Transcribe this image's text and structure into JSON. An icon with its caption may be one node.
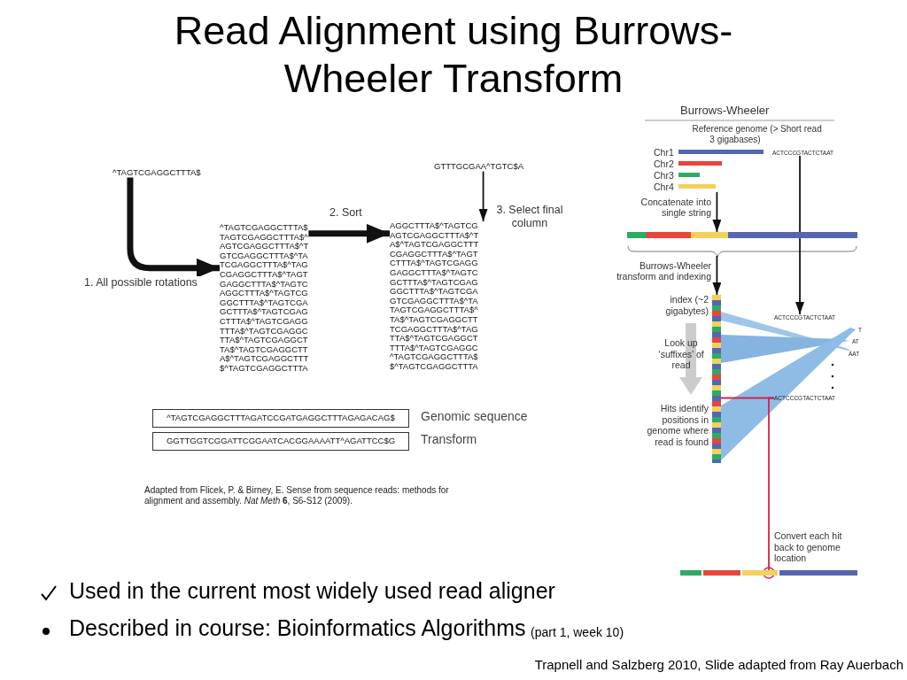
{
  "diagram": {
    "title": "Read Alignment using Burrows-Wheeler Transform",
    "nodes": [
      {
        "text": [
          "^TAGTCGAGGCTTTA$"
        ]
      },
      {
        "text": [
          "^TAGTCGAGGCTTTA$",
          "TAGTCGAGGCTTTA$^",
          "AGTCGAGGCTTTA$^T",
          "GTCGAGGCTTTA$^TA",
          "TCGAGGCTTTA$^TAG",
          "CGAGGCTTTA$^TAGT",
          "GAGGCTTTA$^TAGTC",
          "AGGCTTTA$^TAGTCG",
          "GGCTTTA$^TAGTCGA",
          "GCTTTA$^TAGTCGAG",
          "CTTTA$^TAGTCGAGG",
          "TTTA$^TAGTCGAGGC",
          "TTA$^TAGTCGAGGCT",
          "TA$^TAGTCGAGGCTT",
          "A$^TAGTCGAGGCTTT",
          "$^TAGTCGAGGCTTTA"
        ]
      },
      {
        "text": [
          "AGGCTTTA$^TAGTCG",
          "AGTCGAGGCTTTA$^T",
          "A$^TAGTCGAGGCTTT",
          "CGAGGCTTTA$^TAGT",
          "CTTTA$^TAGTCGAGG",
          "GAGGCTTTA$^TAGTC",
          "GCTTTA$^TAGTCGAG",
          "GGCTTTA$^TAGTCGA",
          "GTCGAGGCTTTA$^TA",
          "TAGTCGAGGCTTTA$^",
          "TA$^TAGTCGAGGCTT",
          "TCGAGGCTTTA$^TAG",
          "TTA$^TAGTCGAGGCT",
          "TTTA$^TAGTCGAGGC",
          "^TAGTCGAGGCTTTA$",
          "$^TAGTCGAGGCTTTA"
        ]
      },
      {
        "text": [
          "GTTTGCGAA^TGTC$A"
        ]
      },
      {
        "text": [
          "^TAGTCGAGGCTTTAGATCCGATGAGGCTTTAGAGACAG$"
        ],
        "beside": [
          "Genomic sequence"
        ]
      },
      {
        "text": [
          "GGTTGGTCGGATTCGGAATCACGGAAAATT^AGATTCC$G"
        ],
        "beside": [
          "Transform"
        ]
      },
      {
        "text": [],
        "shape": "bar"
      },
      {
        "text": [],
        "shape": "bar",
        "beside": [
          "index (~2 gigabytes)",
          "Look up ‘suffixes’ of read",
          "Hits identify positions in genome where read is found"
        ]
      },
      {
        "text": [
          "ACTCCCGTACTCTAAT"
        ]
      },
      {
        "text": [
          "ACTCCCGTACTCTAAT"
        ]
      },
      {
        "text": [
          "ACTCCCGTACTCTAAT"
        ]
      },
      {
        "text": [],
        "shape": "bar"
      },
      {
        "text": [],
        "shape": "bar"
      }
    ],
    "edges": [
      {
        "from": 0,
        "to": 1,
        "arrow": "to",
        "label": "1. All possible rotations",
        "style": "thick"
      },
      {
        "from": 1,
        "to": 2,
        "arrow": "to",
        "label": "2. Sort",
        "style": "thick"
      },
      {
        "from": 3,
        "to": 2,
        "arrow": "to",
        "label": "3. Select final column"
      },
      {
        "from": 12,
        "to": 6,
        "arrow": "to",
        "label": "Concatenate into single string"
      },
      {
        "from": 6,
        "to": 7,
        "arrow": "to",
        "label": "Burrows-Wheeler transform and indexing"
      },
      {
        "from": 8,
        "to": 9,
        "arrow": "to"
      },
      {
        "from": 10,
        "to": 11,
        "arrow": "other",
        "color": "#d6204a"
      },
      {
        "from": 10,
        "to": 7,
        "arrow": "none",
        "color": "#d6204a"
      }
    ],
    "labels": [
      "Burrows-Wheeler",
      "Reference genome (> 3 gigabases)",
      "Short read",
      "Chr1",
      "Chr2",
      "Chr3",
      "Chr4",
      "T",
      "AT",
      "AAT",
      "Convert each hit back to genome location",
      "Adapted from Flicek, P. & Birney, E. Sense from sequence reads: methods for alignment and assembly. *Nat Meth* **6**, S6-S12 (2009).",
      "Used in the current most widely used read aligner",
      "Described in course: Bioinformatics Algorithms",
      "(part 1, week 10)",
      "Trapnell and Salzberg 2010, Slide adapted from Ray Auerbach"
    ]
  }
}
